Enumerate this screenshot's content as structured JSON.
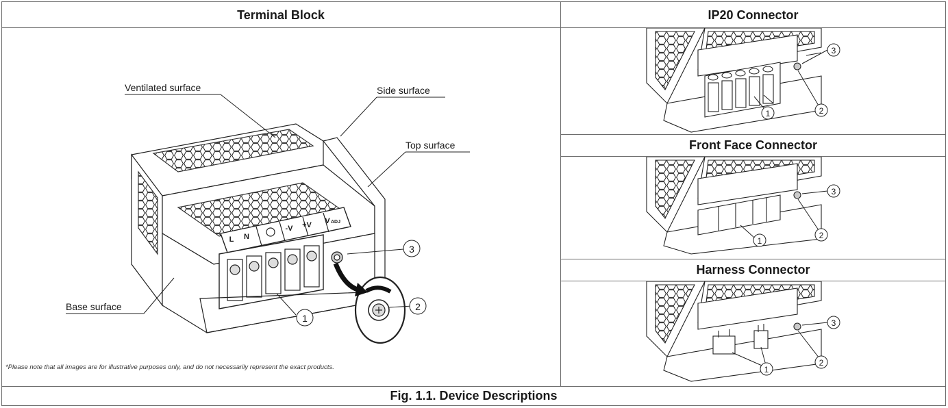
{
  "panels": {
    "terminal_block": {
      "title": "Terminal Block",
      "labels": {
        "ventilated": "Ventilated surface",
        "side": "Side surface",
        "top": "Top surface",
        "base": "Base surface"
      },
      "callouts": [
        "1",
        "2",
        "3"
      ],
      "terminal_marks": [
        "L",
        "N",
        "-V",
        "+V",
        "V",
        "ADJ"
      ],
      "note": "*Please note that all images are for illustrative purposes only, and do not necessarily represent the exact products."
    },
    "ip20": {
      "title": "IP20 Connector",
      "callouts": [
        "1",
        "2",
        "3"
      ]
    },
    "front_face": {
      "title": "Front Face Connector",
      "callouts": [
        "1",
        "2",
        "3"
      ]
    },
    "harness": {
      "title": "Harness Connector",
      "callouts": [
        "1",
        "2",
        "3"
      ]
    }
  },
  "caption": "Fig. 1.1. Device Descriptions"
}
